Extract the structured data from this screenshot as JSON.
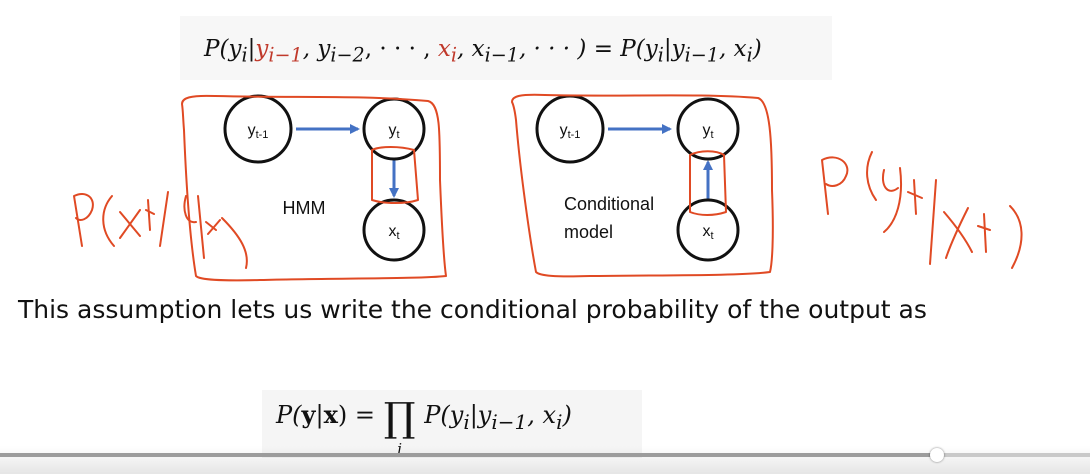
{
  "formula_top": {
    "lhs_p": "P",
    "lhs_open": "(y",
    "lhs_i": "i",
    "bar": "|",
    "red1_y": "y",
    "red1_sub": "i−1",
    "sep1": ", y",
    "sub2": "i−2",
    "dots": ", · · · , ",
    "red2_x": "x",
    "red2_sub": "i",
    "sep2": ", x",
    "sub3": "i−1",
    "tail": ", · · · ) = P(y",
    "sub4": "i",
    "bar2": "|y",
    "sub5": "i−1",
    "sep3": ", x",
    "sub6": "i",
    "close": ")"
  },
  "diagram": {
    "hmm": {
      "label": "HMM",
      "nodes": {
        "y_prev": {
          "base": "y",
          "sub": "t-1"
        },
        "y_curr": {
          "base": "y",
          "sub": "t"
        },
        "x_curr": {
          "base": "x",
          "sub": "t"
        }
      },
      "edges": [
        {
          "from": "y_prev",
          "to": "y_curr"
        },
        {
          "from": "y_curr",
          "to": "x_curr"
        }
      ]
    },
    "crf": {
      "label_line1": "Conditional",
      "label_line2": "model",
      "nodes": {
        "y_prev": {
          "base": "y",
          "sub": "t-1"
        },
        "y_curr": {
          "base": "y",
          "sub": "t"
        },
        "x_curr": {
          "base": "x",
          "sub": "t"
        }
      },
      "edges": [
        {
          "from": "y_prev",
          "to": "y_curr"
        },
        {
          "from": "x_curr",
          "to": "y_curr"
        }
      ]
    },
    "edge_color": "#4472c4",
    "annotation_color": "#e04a24"
  },
  "caption": {
    "text": "This assumption lets us write the conditional probability of the output as"
  },
  "formula_bottom": {
    "lhs": "P(",
    "bold_y": "y",
    "bar": "|",
    "bold_x": "x",
    "eq": ") = ",
    "prod": "∏",
    "prod_sub": "i",
    "rhs_open": " P(y",
    "sub1": "i",
    "bar2": "|y",
    "sub2": "i−1",
    "sep": ", x",
    "sub3": "i",
    "close": ")"
  },
  "player": {
    "progress_fraction": 0.86
  }
}
